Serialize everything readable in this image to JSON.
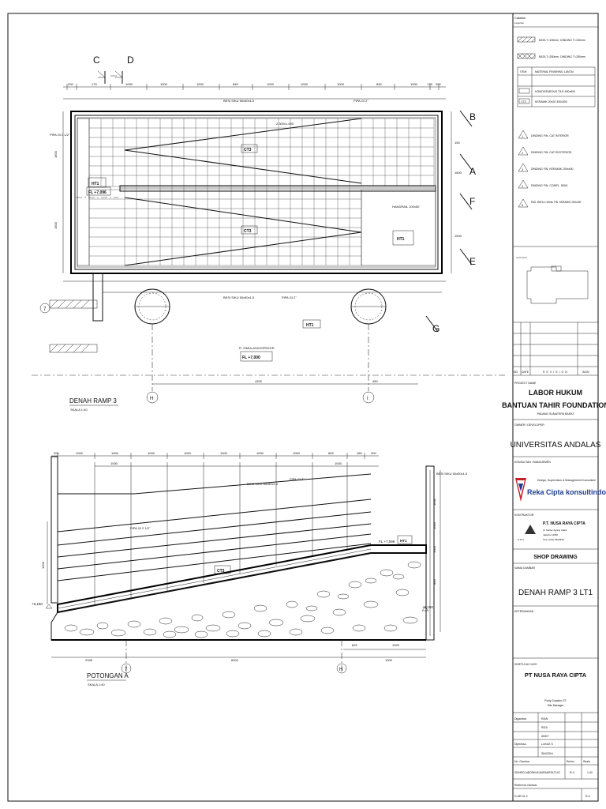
{
  "legend": {
    "header_label": "Catatan",
    "header_sub": "Legenda",
    "hatch_items": [
      "BATA T=150mm, DINDING T=150mm",
      "BATA T=250mm, DINDING T=250mm"
    ],
    "material_table": {
      "col_item": "ITEM",
      "col_material": "MATERIAL FINISHING LANTAI",
      "rows": [
        {
          "code": "",
          "desc": "HOMOGENEOUS TILE 600x600"
        },
        {
          "code": "CT3",
          "desc": "KERAMIK 20x20 300x300"
        }
      ]
    },
    "wall_items": [
      {
        "code": "1",
        "desc": "DINDING FIN. CAT INTERIOR"
      },
      {
        "code": "2",
        "desc": "DINDING FIN. CAT EKSTERIOR"
      },
      {
        "code": "3",
        "desc": "DINDING FIN. KERAMIK 200x400"
      },
      {
        "code": "4",
        "desc": "DINDING FIN. COMPL. SKIM"
      },
      {
        "code": "5",
        "desc": "PAS. BATA t=15mm FIN. KERAMIK 200x400"
      }
    ]
  },
  "revision_table": {
    "col_no": "NO",
    "col_date": "DATE",
    "col_revision": "REVISION",
    "col_sign": "SIGN"
  },
  "project": {
    "label": "PROJECT NAME",
    "title_line1": "LABOR HUKUM",
    "title_line2": "BANTUAN TAHIR FOUNDATION",
    "location": "PADANG SUMATERA BARAT"
  },
  "owner": {
    "label": "OWNER / DEVELOPER",
    "name": "UNIVERSITAS ANDALAS"
  },
  "consultant": {
    "label": "KONSULTAN / MANAJEMEN",
    "tagline": "Design, Supervision & Management Consultant",
    "name": "Reka Cipta konsultindo prima.pt"
  },
  "contractor": {
    "label": "KONTRAKTOR",
    "name": "P.T. NUSA RAYA CIPTA",
    "address_line1": "Jl. Sunter Agung Utara",
    "address_line2": "Jakarta 14350",
    "address_line3": "Telp. (021) 6503838"
  },
  "drawing": {
    "type": "SHOP DRAWING",
    "name_label": "NAMA GAMBAR",
    "name": "DENAH RAMP 3 LT1",
    "notes_label": "KETERANGAN"
  },
  "approval": {
    "label": "DISETUJUI OLEH",
    "company": "PT NUSA RAYA CIPTA",
    "person": "Rudy Susanto ST",
    "role": "Site Manager",
    "rows": [
      {
        "role": "Digambar",
        "name": "RIAN"
      },
      {
        "role": "",
        "name": "RIZA"
      },
      {
        "role": "",
        "name": "ANDY"
      },
      {
        "role": "Diperiksa",
        "name": "LUKAS S"
      },
      {
        "role": "",
        "name": "SINGGIH"
      }
    ]
  },
  "sheet_info": {
    "no_label": "No. Gambar",
    "no_value": "SD/NRC/LABORHUKUM/RAMP3/LT1/01",
    "revisi_label": "Revisi",
    "revisi_value": "R-0",
    "skala_label": "Skala",
    "skala_value": "1:40",
    "ref_label": "Referensi Gambar",
    "ref_value": "D-AR-01-2",
    "ref_rev": "R-0"
  },
  "plan": {
    "title": "DENAH RAMP 3",
    "scale": "SKALA 1:40",
    "section_marks": [
      "C",
      "D",
      "B",
      "A",
      "F",
      "E",
      "G"
    ],
    "grid_bubbles": [
      "7",
      "H",
      "I"
    ],
    "room_tags": [
      "HT1",
      "HT1",
      "HT1",
      "HT1"
    ],
    "ct_tags": [
      "CT3",
      "CT3"
    ],
    "fl_tags": [
      "FL +7,096",
      "FL +7,000"
    ],
    "room_label": "R. SIMULASI/OSPEKOR",
    "notes": [
      "BESI SIKU 50x50x1.5",
      "PIPA GI 2\"",
      "PIPA GI 2 1/2\"",
      "HANDRAIL 100x50",
      "2.300x1.000"
    ],
    "dim_bottom": [
      "4200",
      "450"
    ],
    "dim_top": [
      "200",
      "175",
      "1000",
      "1000",
      "1000",
      "845",
      "1000",
      "1000",
      "1000",
      "845",
      "1000",
      "175",
      "200"
    ],
    "dim_side": [
      "150",
      "1600",
      "1500",
      "150"
    ]
  },
  "section": {
    "title": "POTONGAN A",
    "scale": "SKALA 1:40",
    "grid_bubbles": [
      "7",
      "H"
    ],
    "ct_tag": "CT3",
    "ht_tag": "HT1",
    "fl_tag": "FL +7,096",
    "levels": [
      "+6,150",
      "+6,150"
    ],
    "notes": [
      "BESI SIKU 50x50x1.5",
      "PIPA GI 2\"",
      "PIPA GI 2 1/2\""
    ],
    "dim_top": [
      "200",
      "1000",
      "1000",
      "1000",
      "1000",
      "1000",
      "1000",
      "1000",
      "845",
      "180",
      "200"
    ],
    "dim_bottom": [
      "2345",
      "6000",
      "1525",
      "1300",
      "825"
    ],
    "dim_side": [
      "1000",
      "1000",
      "1000",
      "800"
    ]
  }
}
